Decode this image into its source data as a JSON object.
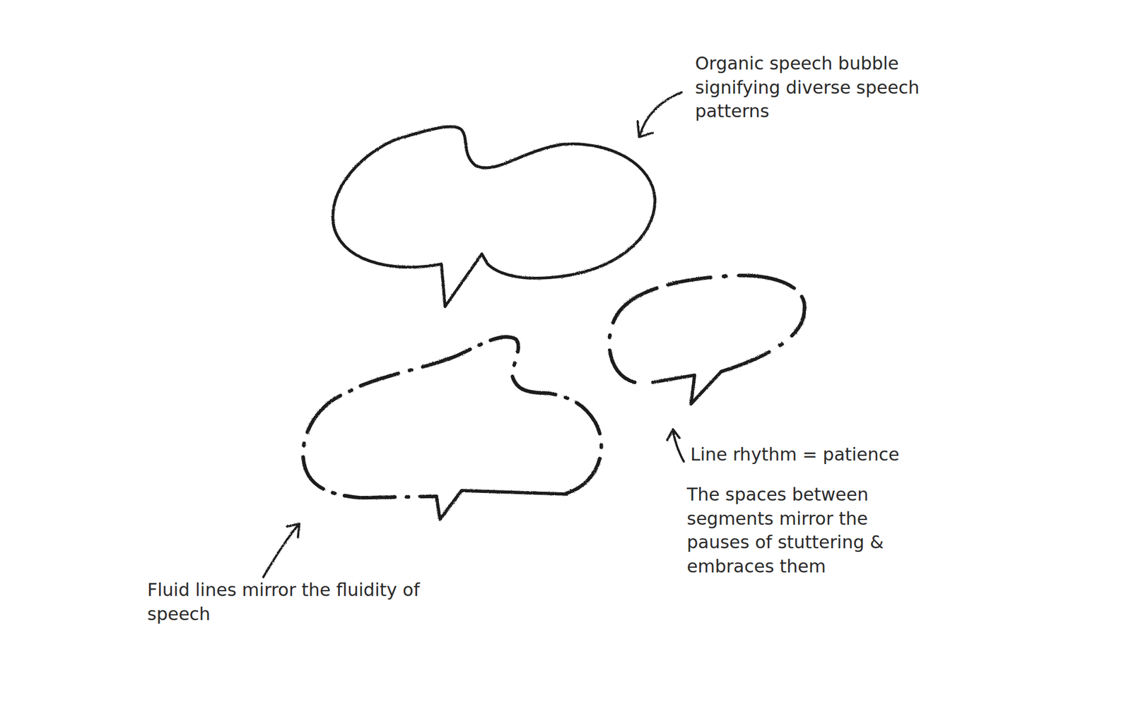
{
  "diagram": {
    "labels": [
      "Organic speech bubble signifying diverse speech patterns",
      "Line rhythm = patience",
      "The spaces between segments mirror the pauses of stuttering & embraces them",
      "Fluid lines mirror the fluidity of speech"
    ]
  }
}
